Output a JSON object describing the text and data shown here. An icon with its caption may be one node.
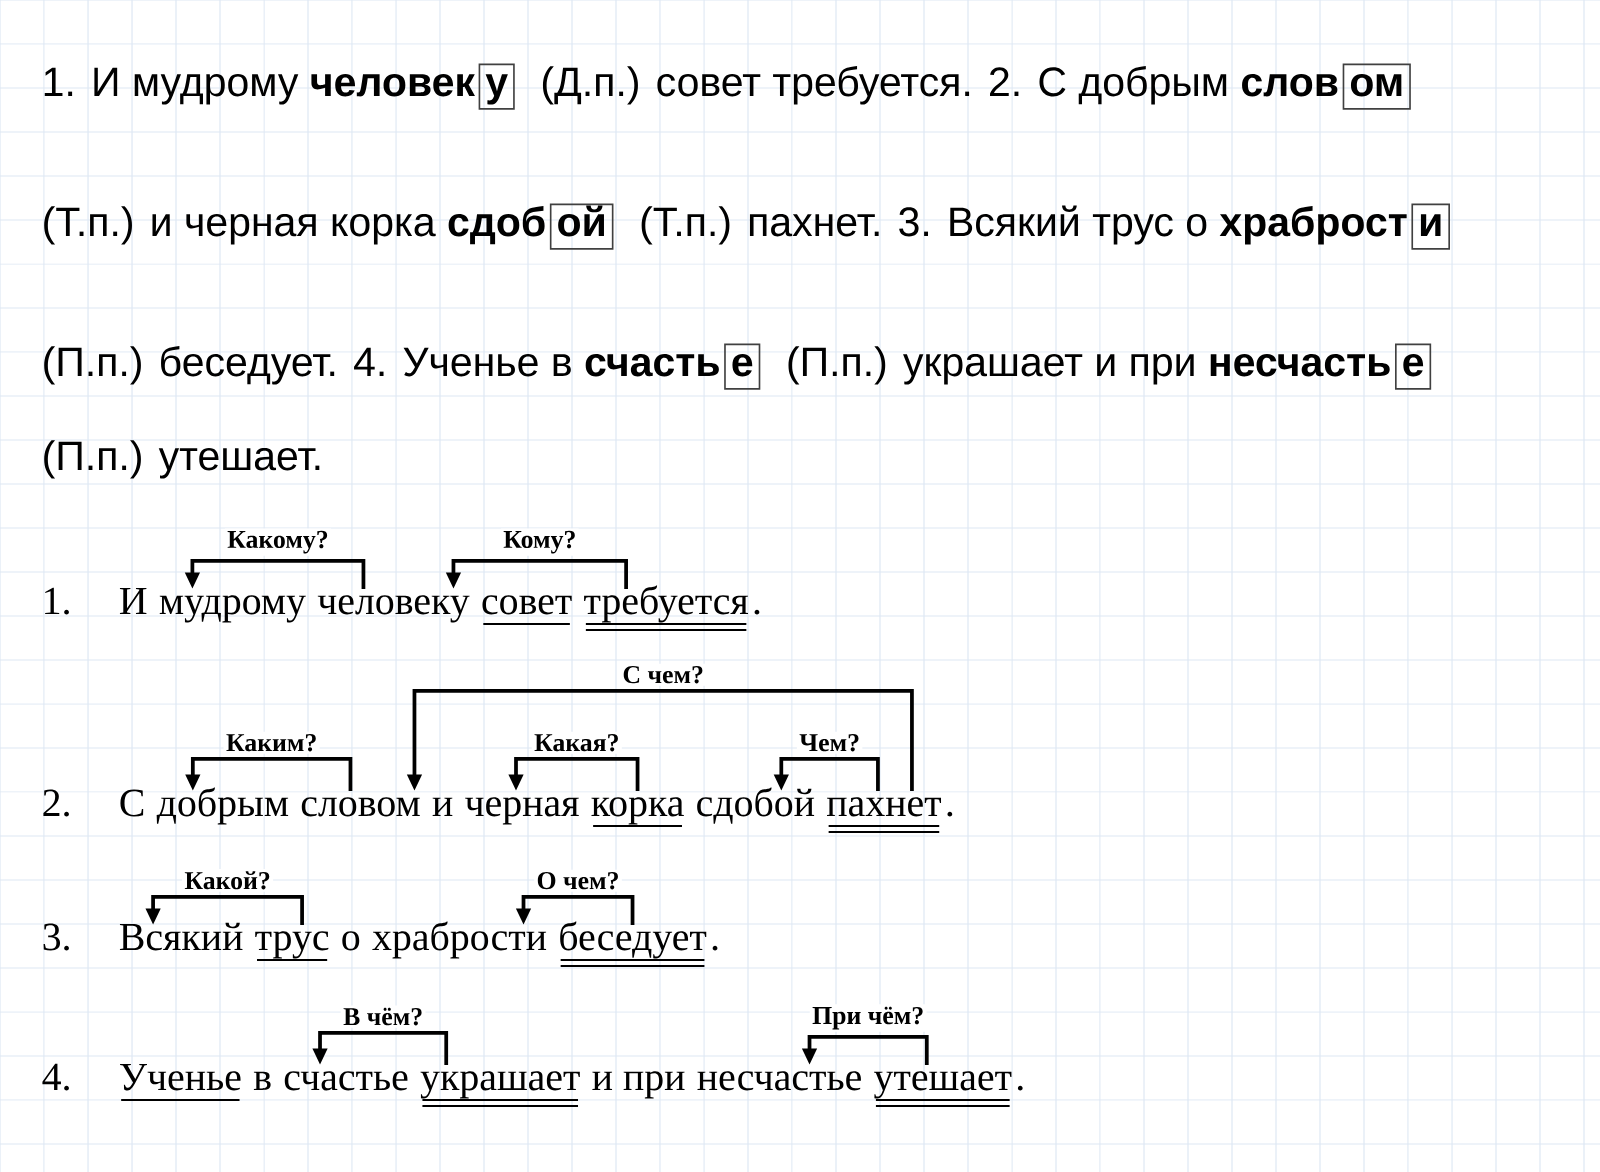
{
  "diagram": {
    "nodes": [
      {
        "text": [
          "у"
        ]
      },
      {
        "text": [
          "ом"
        ]
      },
      {
        "text": [
          "ой"
        ]
      },
      {
        "text": [
          "и"
        ]
      },
      {
        "text": [
          "е"
        ]
      },
      {
        "text": [
          "е"
        ]
      },
      {
        "text": [
          "мудрому"
        ]
      },
      {
        "text": [
          "человеку"
        ]
      },
      {
        "text": [
          "требуется"
        ]
      },
      {
        "text": [
          "добрым"
        ]
      },
      {
        "text": [
          "словом"
        ]
      },
      {
        "text": [
          "черная"
        ]
      },
      {
        "text": [
          "корка"
        ]
      },
      {
        "text": [
          "сдобой"
        ]
      },
      {
        "text": [
          "пахнет"
        ]
      },
      {
        "text": [
          "Всякий"
        ]
      },
      {
        "text": [
          "трус"
        ]
      },
      {
        "text": [
          "храбрости"
        ]
      },
      {
        "text": [
          "беседует"
        ]
      },
      {
        "text": [
          "счастье"
        ]
      },
      {
        "text": [
          "украшает"
        ]
      },
      {
        "text": [
          "несчастье"
        ]
      },
      {
        "text": [
          "утешает"
        ]
      }
    ],
    "edges": [
      {
        "from": 7,
        "to": 6,
        "arrow": "to",
        "label": "Какому?"
      },
      {
        "from": 8,
        "to": 7,
        "arrow": "to",
        "label": "Кому?"
      },
      {
        "from": 10,
        "to": 9,
        "arrow": "to",
        "label": "Каким?"
      },
      {
        "from": 14,
        "to": 10,
        "arrow": "to",
        "label": "С чем?"
      },
      {
        "from": 12,
        "to": 11,
        "arrow": "to",
        "label": "Какая?"
      },
      {
        "from": 14,
        "to": 13,
        "arrow": "to",
        "label": "Чем?"
      },
      {
        "from": 16,
        "to": 15,
        "arrow": "to",
        "label": "Какой?"
      },
      {
        "from": 18,
        "to": 17,
        "arrow": "to",
        "label": "О чем?"
      },
      {
        "from": 20,
        "to": 19,
        "arrow": "to",
        "label": "В чём?"
      },
      {
        "from": 22,
        "to": 21,
        "arrow": "to",
        "label": "При чём?"
      }
    ],
    "labels": [
      "1. И мудрому **человек**",
      "(Д.п.) совет требуется. 2. С добрым **слов**",
      "(Т.п.) и черная корка **сдоб**",
      "(Т.п.) пахнет. 3. Всякий трус о **храброст**",
      "(П.п.) беседует. 4. Ученье в **счасть**",
      "(П.п.) украшает и при **несчасть**",
      "(П.п.) утешает.",
      "1.",
      "И",
      "совет",
      ".",
      "2.",
      "С",
      "и",
      ".",
      "3.",
      "о",
      ".",
      "4.",
      "Ученье",
      "в",
      "и при",
      "."
    ]
  }
}
